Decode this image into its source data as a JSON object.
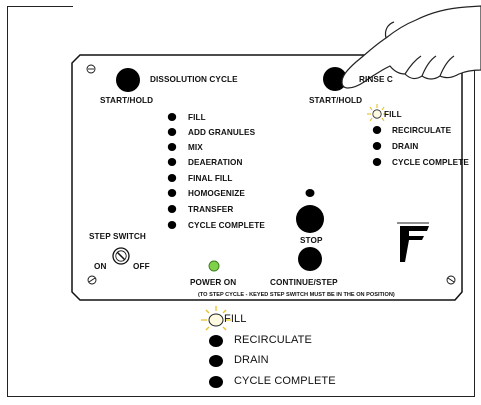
{
  "panel": {
    "dissolution_label": "DISSOLUTION CYCLE",
    "start_hold_left": "START/HOLD",
    "rinse_label": "RINSE C",
    "start_hold_right": "START/HOLD",
    "dissolution_steps": [
      "FILL",
      "ADD GRANULES",
      "MIX",
      "DEAERATION",
      "FINAL FILL",
      "HOMOGENIZE",
      "TRANSFER",
      "CYCLE COMPLETE"
    ],
    "rinse_steps": [
      "FILL",
      "RECIRCULATE",
      "DRAIN",
      "CYCLE COMPLETE"
    ],
    "step_switch": "STEP SWITCH",
    "on_label": "ON",
    "off_label": "OFF",
    "power_on": "POWER ON",
    "stop": "STOP",
    "continue_step": "CONTINUE/STEP",
    "note": "(TO STEP CYCLE - KEYED STEP SWITCH MUST BE IN THE ON POSITION)",
    "power_led_color": "#7fd14a",
    "lit_color": "#f5d23c"
  },
  "callout": {
    "steps": [
      "FILL",
      "RECIRCULATE",
      "DRAIN",
      "CYCLE COMPLETE"
    ]
  },
  "icons": [
    "pointing-hand-icon",
    "logo-icon",
    "screw-icon",
    "key-switch-icon"
  ]
}
